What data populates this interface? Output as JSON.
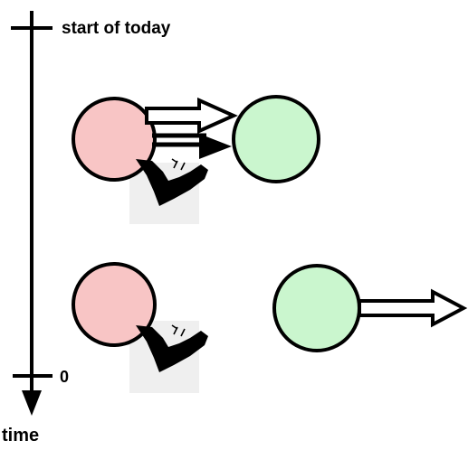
{
  "timeline": {
    "start_label": "start of today",
    "zero_label": "0",
    "axis_label": "time"
  },
  "colors": {
    "line": "#000000",
    "source_circle_fill": "#f8c5c5",
    "target_circle_fill": "#caf6ce",
    "foot_shadow": "#efefef"
  },
  "icons": {
    "foot": "bare-foot-icon"
  }
}
